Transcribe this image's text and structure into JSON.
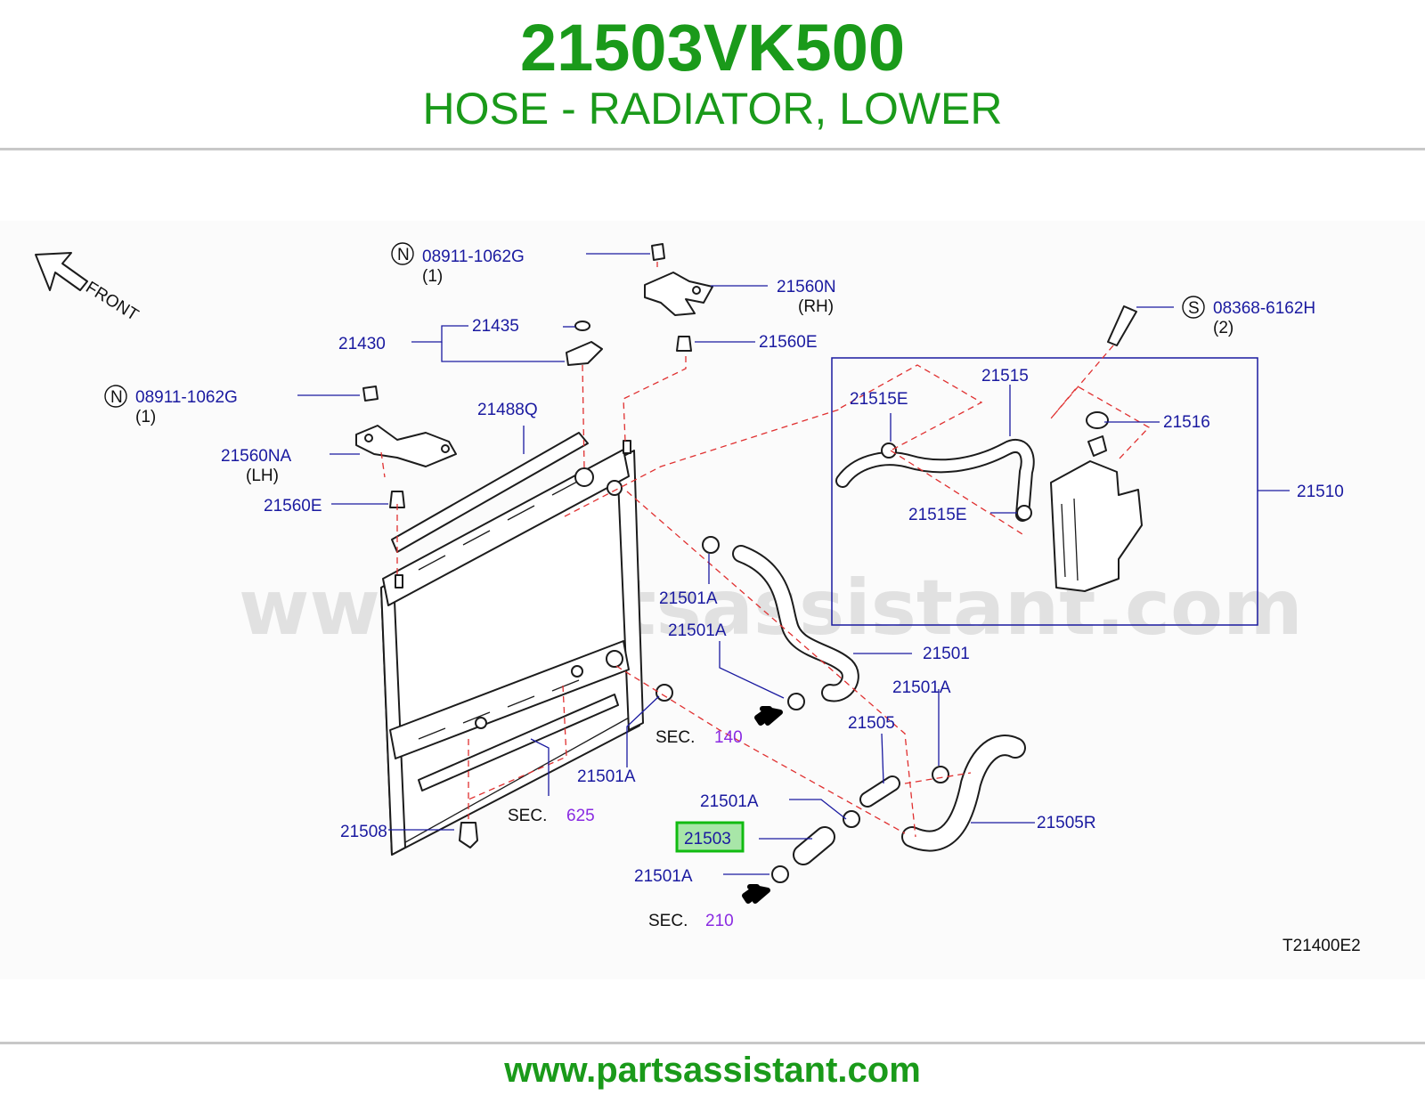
{
  "header": {
    "part_number": "21503VK500",
    "description": "HOSE - RADIATOR, LOWER"
  },
  "footer": {
    "url": "www.partsassistant.com"
  },
  "diagram": {
    "watermark": "www.partsassistant.com",
    "front_label": "FRONT",
    "figure_code": "T21400E2",
    "callouts": {
      "n_bolt_top": {
        "prefix": "N",
        "part": "08911-1062G",
        "qty": "(1)"
      },
      "n_bolt_left": {
        "prefix": "N",
        "part": "08911-1062G",
        "qty": "(1)"
      },
      "s_screw": {
        "prefix": "S",
        "part": "08368-6162H",
        "qty": "(2)"
      },
      "p_21560n": "21560N",
      "p_21560n_side": "(RH)",
      "p_21560e_top": "21560E",
      "p_21435": "21435",
      "p_21430": "21430",
      "p_21488q": "21488Q",
      "p_21560na": "21560NA",
      "p_21560na_side": "(LH)",
      "p_21560e_left": "21560E",
      "p_21515": "21515",
      "p_21515e_top": "21515E",
      "p_21515e_bottom": "21515E",
      "p_21516": "21516",
      "p_21510": "21510",
      "p_21501a_1": "21501A",
      "p_21501a_2": "21501A",
      "p_21501": "21501",
      "p_21501a_3": "21501A",
      "p_21505": "21505",
      "p_21501a_4": "21501A",
      "p_21501a_5": "21501A",
      "p_21505r": "21505R",
      "p_21503": "21503",
      "p_21501a_6": "21501A",
      "p_21508": "21508",
      "sec_140": {
        "prefix": "SEC.",
        "num": "140"
      },
      "sec_625": {
        "prefix": "SEC.",
        "num": "625"
      },
      "sec_210": {
        "prefix": "SEC.",
        "num": "210"
      }
    }
  }
}
